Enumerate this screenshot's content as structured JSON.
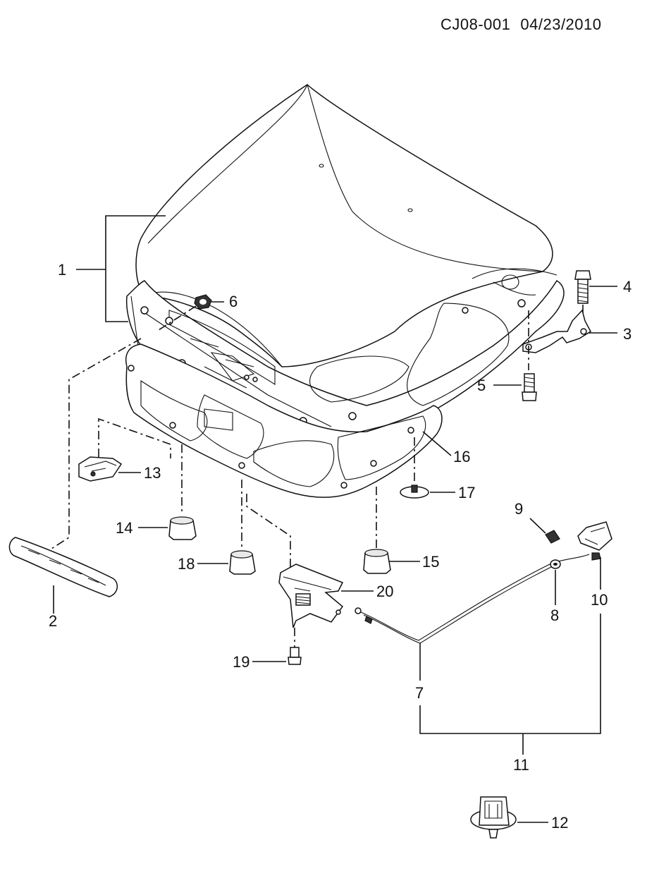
{
  "header": {
    "doc_code": "CJ08-001",
    "date": "04/23/2010"
  },
  "callouts": {
    "p1": "1",
    "p2": "2",
    "p3": "3",
    "p4": "4",
    "p5": "5",
    "p6": "6",
    "p7": "7",
    "p8": "8",
    "p9": "9",
    "p10": "10",
    "p11": "11",
    "p12": "12",
    "p13": "13",
    "p14": "14",
    "p15": "15",
    "p16": "16",
    "p17": "17",
    "p18": "18",
    "p19": "19",
    "p20": "20"
  }
}
